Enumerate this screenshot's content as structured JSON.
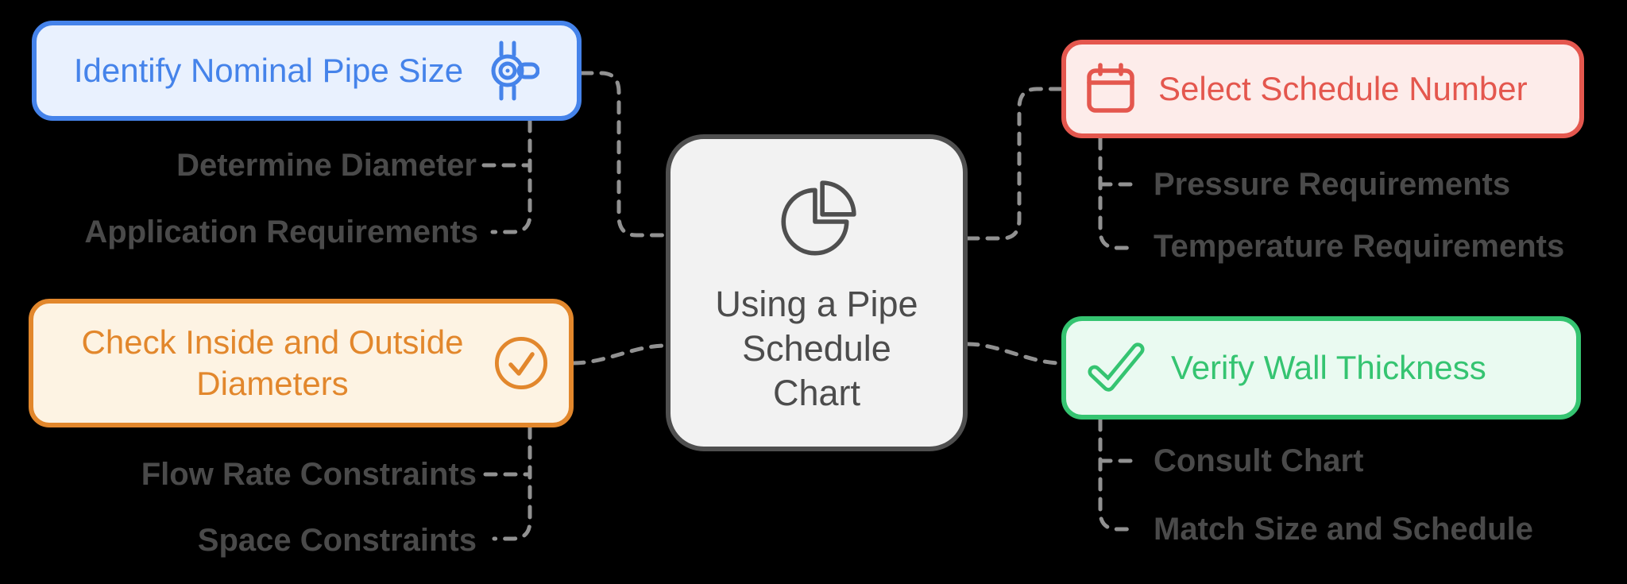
{
  "diagram": {
    "center": {
      "icon": "pie-chart-icon",
      "lines": [
        "Using a Pipe",
        "Schedule",
        "Chart"
      ]
    },
    "nodes": {
      "identify": {
        "label": "Identify Nominal Pipe Size",
        "icon": "pipe-valve-icon",
        "children": [
          "Determine Diameter",
          "Application Requirements"
        ]
      },
      "schedule": {
        "label": "Select Schedule Number",
        "icon": "calendar-icon",
        "children": [
          "Pressure Requirements",
          "Temperature Requirements"
        ]
      },
      "diameters": {
        "label": "Check Inside and Outside Diameters",
        "icon": "check-circle-icon",
        "children": [
          "Flow Rate Constraints",
          "Space Constraints"
        ]
      },
      "verify": {
        "label": "Verify Wall Thickness",
        "icon": "check-icon",
        "children": [
          "Consult Chart",
          "Match Size and Schedule"
        ]
      }
    },
    "colors": {
      "blue": "#4583ea",
      "blue_fill": "#e9f1fe",
      "red": "#e4574e",
      "red_fill": "#fdecea",
      "orange": "#e2872c",
      "orange_fill": "#fdf3e3",
      "green": "#35c471",
      "green_fill": "#eafaf1",
      "center_border": "#4f4f4f",
      "center_fill": "#f2f2f2",
      "subtext": "#4a4a4a",
      "connector": "#919191",
      "background": "#000000"
    }
  }
}
